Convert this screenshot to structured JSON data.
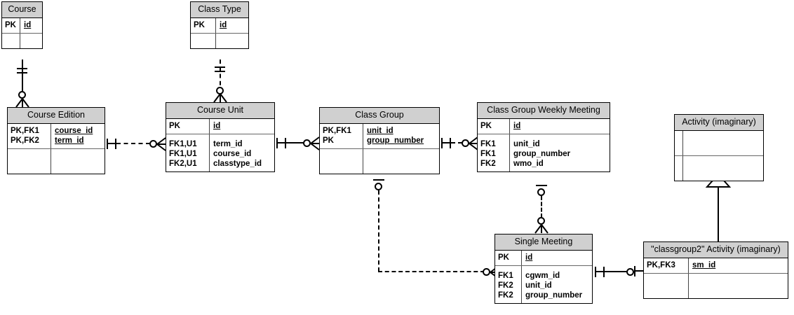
{
  "diagram": {
    "type": "entity-relationship-diagram",
    "notation": "crow's foot (IDEF1X style)",
    "colors": {
      "header_fill": "#d0d0d0",
      "body_fill": "#ffffff",
      "line": "#000000",
      "background": "#ffffff"
    }
  },
  "entities": [
    {
      "id": "course",
      "title": "Course",
      "sections": [
        {
          "rows": [
            {
              "key": "PK",
              "attr": "id",
              "underline": true
            }
          ]
        },
        {
          "rows": [
            {
              "key": "",
              "attr": ""
            }
          ]
        }
      ]
    },
    {
      "id": "class-type",
      "title": "Class Type",
      "sections": [
        {
          "rows": [
            {
              "key": "PK",
              "attr": "id",
              "underline": true
            }
          ]
        },
        {
          "rows": [
            {
              "key": "",
              "attr": ""
            }
          ]
        }
      ]
    },
    {
      "id": "course-edition",
      "title": "Course Edition",
      "sections": [
        {
          "rows": [
            {
              "key": "PK,FK1",
              "attr": "course_id",
              "underline": true
            },
            {
              "key": "PK,FK2",
              "attr": "term_id",
              "underline": true
            }
          ]
        },
        {
          "rows": [
            {
              "key": "",
              "attr": ""
            }
          ]
        }
      ]
    },
    {
      "id": "course-unit",
      "title": "Course Unit",
      "sections": [
        {
          "rows": [
            {
              "key": "PK",
              "attr": "id",
              "underline": true
            }
          ]
        },
        {
          "rows": [
            {
              "key": "FK1,U1",
              "attr": "term_id"
            },
            {
              "key": "FK1,U1",
              "attr": "course_id"
            },
            {
              "key": "FK2,U1",
              "attr": "classtype_id"
            }
          ]
        }
      ]
    },
    {
      "id": "class-group",
      "title": "Class Group",
      "sections": [
        {
          "rows": [
            {
              "key": "PK,FK1",
              "attr": "unit_id",
              "underline": true
            },
            {
              "key": "PK",
              "attr": "group_number",
              "underline": true
            }
          ]
        },
        {
          "rows": [
            {
              "key": "",
              "attr": ""
            }
          ]
        }
      ]
    },
    {
      "id": "class-group-weekly-meeting",
      "title": "Class Group Weekly Meeting",
      "sections": [
        {
          "rows": [
            {
              "key": "PK",
              "attr": "id",
              "underline": true
            }
          ]
        },
        {
          "rows": [
            {
              "key": "FK1",
              "attr": "unit_id"
            },
            {
              "key": "FK1",
              "attr": "group_number"
            },
            {
              "key": "FK2",
              "attr": "wmo_id"
            }
          ]
        }
      ]
    },
    {
      "id": "activity-imaginary",
      "title": "Activity (imaginary)",
      "sections": [
        {
          "rows": [
            {
              "key": "",
              "attr": ""
            }
          ]
        },
        {
          "rows": [
            {
              "key": "",
              "attr": ""
            }
          ]
        }
      ]
    },
    {
      "id": "single-meeting",
      "title": "Single Meeting",
      "sections": [
        {
          "rows": [
            {
              "key": "PK",
              "attr": "id",
              "underline": true
            }
          ]
        },
        {
          "rows": [
            {
              "key": "FK1",
              "attr": "cgwm_id"
            },
            {
              "key": "FK2",
              "attr": "unit_id"
            },
            {
              "key": "FK2",
              "attr": "group_number"
            }
          ]
        }
      ]
    },
    {
      "id": "classgroup2-activity-imaginary",
      "title": "\"classgroup2\" Activity (imaginary)",
      "sections": [
        {
          "rows": [
            {
              "key": "PK,FK3",
              "attr": "sm_id",
              "underline": true
            }
          ]
        },
        {
          "rows": [
            {
              "key": "",
              "attr": ""
            }
          ]
        }
      ]
    }
  ],
  "relationships": [
    {
      "id": "course-to-course-edition",
      "from": "course",
      "to": "course-edition",
      "style": "solid-identifying",
      "from_cardinality": "one-mandatory",
      "to_cardinality": "zero-or-many"
    },
    {
      "id": "class-type-to-course-unit",
      "from": "class-type",
      "to": "course-unit",
      "style": "dashed-non-identifying",
      "from_cardinality": "one-mandatory",
      "to_cardinality": "zero-or-many"
    },
    {
      "id": "course-edition-to-course-unit",
      "from": "course-edition",
      "to": "course-unit",
      "style": "dashed-non-identifying",
      "from_cardinality": "one-mandatory",
      "to_cardinality": "zero-or-many"
    },
    {
      "id": "course-unit-to-class-group",
      "from": "course-unit",
      "to": "class-group",
      "style": "solid-identifying",
      "from_cardinality": "one-mandatory",
      "to_cardinality": "zero-or-many"
    },
    {
      "id": "class-group-to-class-group-weekly-meeting",
      "from": "class-group",
      "to": "class-group-weekly-meeting",
      "style": "dashed-non-identifying",
      "from_cardinality": "one-mandatory",
      "to_cardinality": "zero-or-many"
    },
    {
      "id": "class-group-to-single-meeting",
      "from": "class-group",
      "to": "single-meeting",
      "style": "dashed-non-identifying",
      "from_cardinality": "one-mandatory",
      "to_cardinality": "zero-or-many"
    },
    {
      "id": "class-group-weekly-meeting-to-single-meeting",
      "from": "class-group-weekly-meeting",
      "to": "single-meeting",
      "style": "dashed-non-identifying",
      "from_cardinality": "one-mandatory",
      "to_cardinality": "zero-or-many"
    },
    {
      "id": "single-meeting-to-classgroup2-activity",
      "from": "single-meeting",
      "to": "classgroup2-activity-imaginary",
      "style": "solid-identifying",
      "from_cardinality": "one-mandatory",
      "to_cardinality": "zero-or-one"
    },
    {
      "id": "classgroup2-activity-inherits-activity",
      "from": "classgroup2-activity-imaginary",
      "to": "activity-imaginary",
      "style": "inheritance",
      "marker": "hollow-triangle"
    }
  ]
}
